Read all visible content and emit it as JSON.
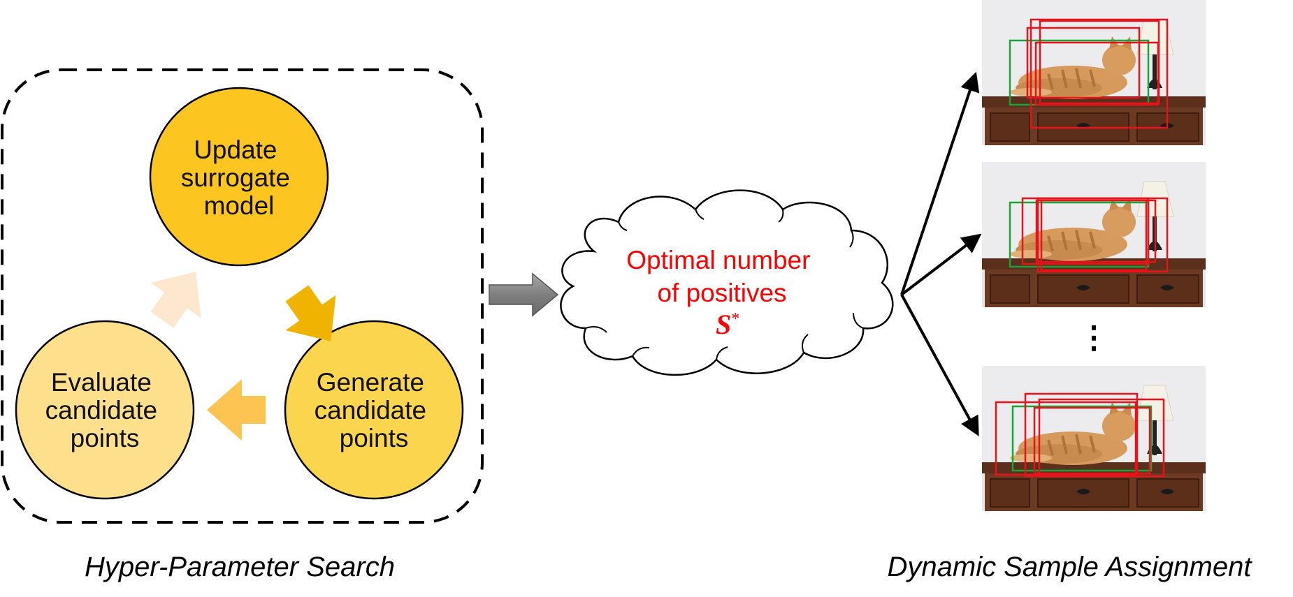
{
  "search_loop": {
    "caption": "Hyper-Parameter Search",
    "nodes": {
      "update": {
        "lines": [
          "Update",
          "surrogate",
          "model"
        ],
        "color": "#FCC51F"
      },
      "generate": {
        "lines": [
          "Generate",
          "candidate",
          "points"
        ],
        "color": "#FCD54E"
      },
      "evaluate": {
        "lines": [
          "Evaluate",
          "candidate",
          "points"
        ],
        "color": "#FEE08C"
      }
    },
    "arrow_colors": {
      "update_to_generate": "#F0B400",
      "generate_to_evaluate": "#FDC451",
      "evaluate_to_update": "#FDE7CF"
    }
  },
  "cloud": {
    "lines": [
      "Optimal number",
      "of positives"
    ],
    "symbol": "S",
    "superscript": "*",
    "text_color": "#FF0000"
  },
  "assignment": {
    "caption": "Dynamic Sample Assignment",
    "ellipsis": "⋮",
    "box_colors": {
      "predicted": "#E8121B",
      "ground_truth": "#1AA33A"
    }
  }
}
